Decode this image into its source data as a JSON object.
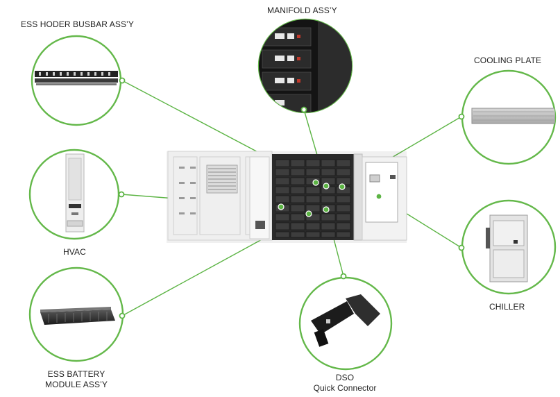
{
  "colors": {
    "accent_green": "#5cb444",
    "circle_border": "#64b84a",
    "container_body": "#eeeeee",
    "rack_dark": "#2a2a2a"
  },
  "components": {
    "busbar": {
      "label": "ESS HODER BUSBAR ASS’Y"
    },
    "manifold": {
      "label": "MANIFOLD ASS’Y"
    },
    "cooling_plate": {
      "label": "COOLING PLATE"
    },
    "hvac": {
      "label": "HVAC"
    },
    "chiller": {
      "label": "CHILLER"
    },
    "battery_module": {
      "line1": "ESS BATTERY",
      "line2": "MODULE ASS’Y"
    },
    "dso": {
      "line1": "DSO",
      "line2": "Quick Connector"
    }
  }
}
